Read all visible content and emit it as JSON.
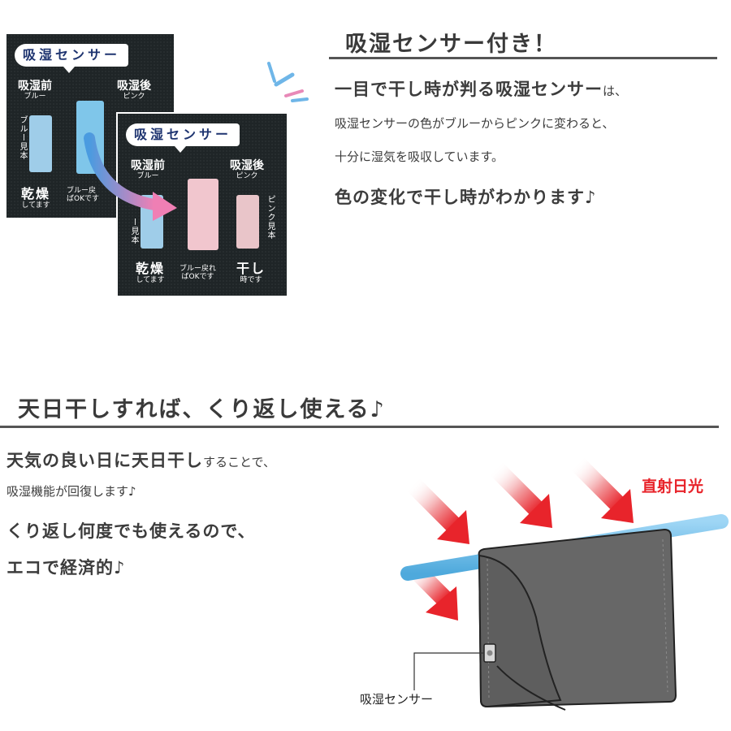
{
  "colors": {
    "accent": "#e8242b",
    "rule": "#555555",
    "card_bg": "#1f2527",
    "rod": "#6ab9e6",
    "cloth": "#666666"
  },
  "section1": {
    "heading": "吸湿センサー付き！",
    "line1_big": "一目で干し時が判る吸湿センサー",
    "line1_small": "は、",
    "line2": "吸湿センサーの色がブルーからピンクに変わると、",
    "line3": "十分に湿気を吸収しています。",
    "line4": "色の変化で干し時がわかります♪"
  },
  "card1": {
    "title": "吸湿センサー",
    "before_label": "吸湿前",
    "before_sub": "ブルー",
    "after_label": "吸湿後",
    "after_sub": "ピンク",
    "blue_sample": "ブルー見本",
    "dry_label": "乾燥",
    "dry_sub": "してます",
    "return_line1": "ブルー戻",
    "return_line2": "ばOKです"
  },
  "card2": {
    "title": "吸湿センサー",
    "before_label": "吸湿前",
    "before_sub": "ブルー",
    "after_label": "吸湿後",
    "after_sub": "ピンク",
    "blue_sample": "ー見本",
    "pink_sample": "ピンク見本",
    "dry_label": "乾燥",
    "dry_sub": "してます",
    "return_line1": "ブルー戻れ",
    "return_line2": "ばOKです",
    "dry_time_label": "干し",
    "dry_time_sub": "時です"
  },
  "section2": {
    "heading": "天日干しすれば、くり返し使える♪",
    "line1_big": "天気の良い日に天日干し",
    "line1_small": "することで、",
    "line2": "吸湿機能が回復します♪",
    "line3": "くり返し何度でも使えるので、",
    "line4": "エコで経済的♪"
  },
  "illustration": {
    "sunlight_label": "直射日光",
    "sensor_callout": "吸湿センサー"
  }
}
